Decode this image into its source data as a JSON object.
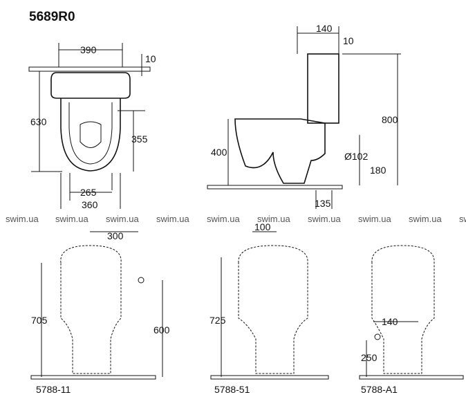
{
  "title": "5689R0",
  "watermark": "swim.ua",
  "plan_view": {
    "width": "390",
    "lip": "10",
    "length": "630",
    "seat_offset": "355",
    "inner_width": "265",
    "base_width": "360"
  },
  "side_view": {
    "tank_depth": "140",
    "gap": "10",
    "height": "800",
    "seat_height": "400",
    "outlet_diameter": "Ø102",
    "outlet_height": "180",
    "outlet_offset": "135"
  },
  "variants": [
    {
      "code": "5788-11",
      "dim_a": "300",
      "dim_b": "705",
      "dim_c": "600"
    },
    {
      "code": "5788-51",
      "dim_a": "100",
      "dim_b": "725"
    },
    {
      "code": "5788-A1",
      "dim_a": "140",
      "dim_b": "250"
    }
  ]
}
